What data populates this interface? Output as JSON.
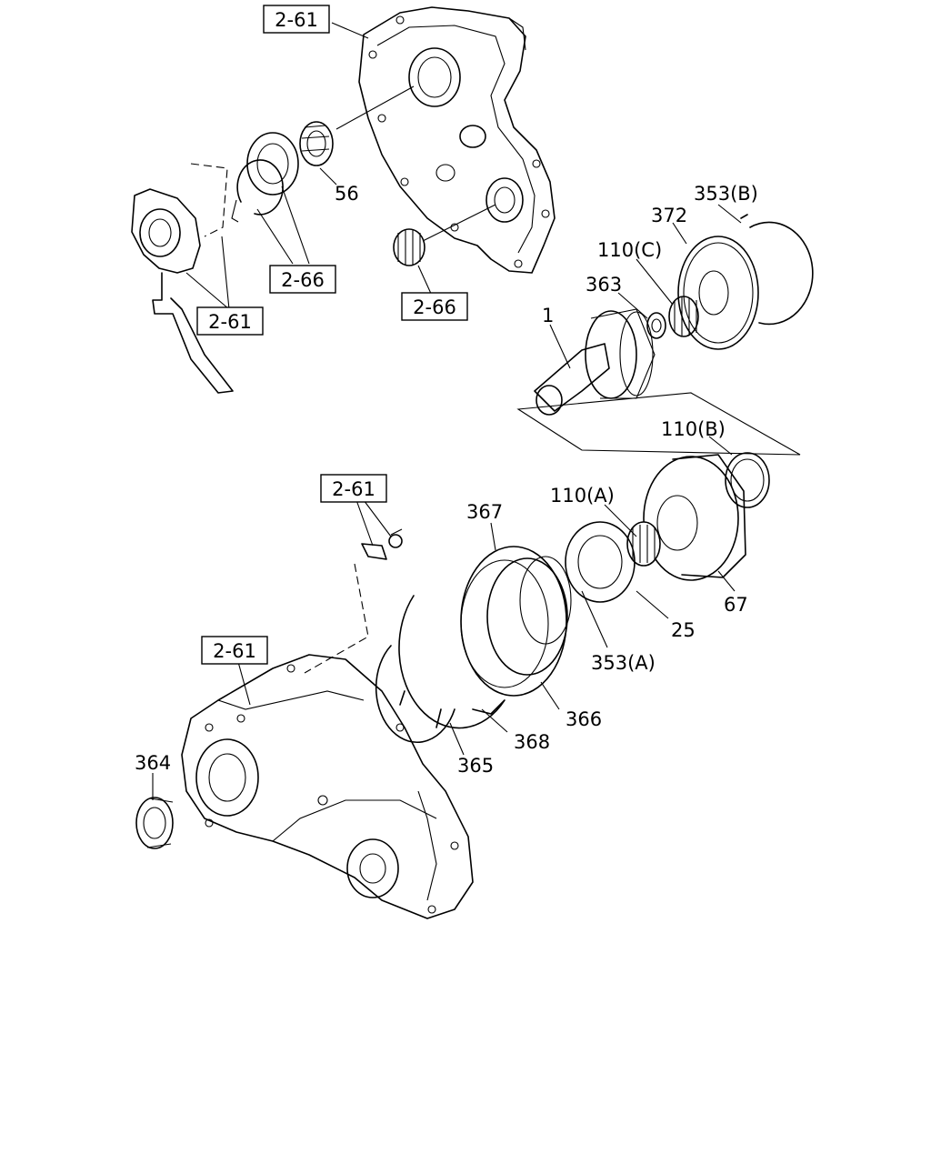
{
  "labels": {
    "ref_top": "2-61",
    "part_56": "56",
    "ref_2_66_left": "2-66",
    "ref_2_61_left": "2-61",
    "ref_2_66_mid": "2-66",
    "part_353b": "353(B)",
    "part_372": "372",
    "part_110c": "110(C)",
    "part_363": "363",
    "part_1": "1",
    "part_110b": "110(B)",
    "ref_2_61_mid": "2-61",
    "part_367": "367",
    "part_110a": "110(A)",
    "part_67": "67",
    "part_25": "25",
    "part_353a": "353(A)",
    "ref_2_61_bottom": "2-61",
    "part_366": "366",
    "part_368": "368",
    "part_364": "364",
    "part_365": "365"
  }
}
